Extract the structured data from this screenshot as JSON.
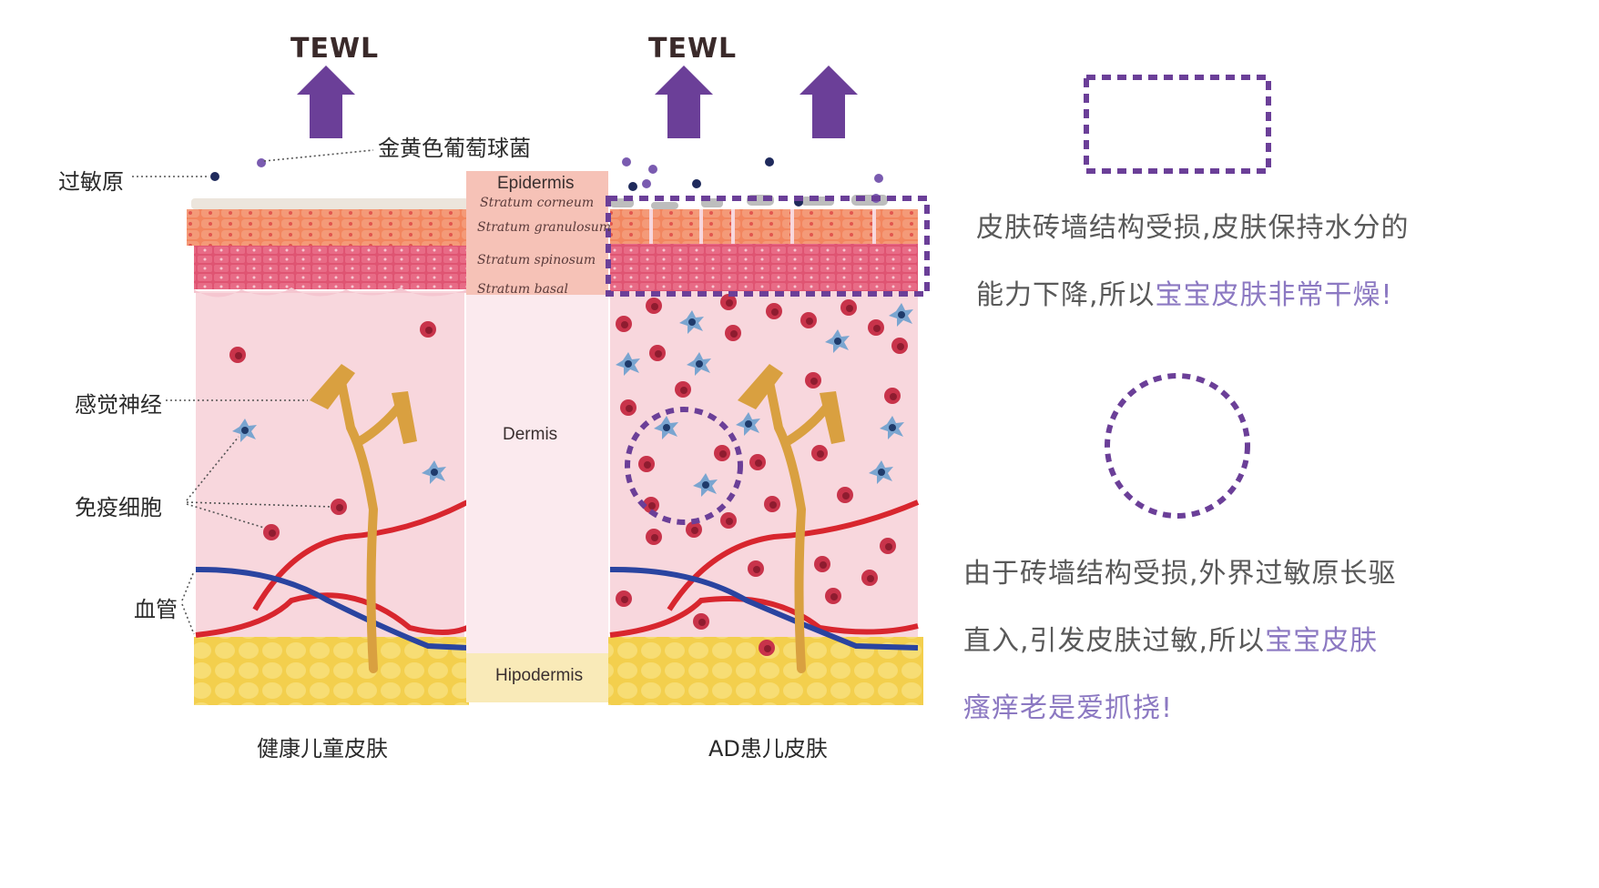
{
  "tewl": {
    "left": "TEWL",
    "right": "TEWL"
  },
  "labels": {
    "staph": "金黄色葡萄球菌",
    "allergen": "过敏原",
    "sensory_nerve": "感觉神经",
    "immune_cells": "免疫细胞",
    "blood_vessel": "血管"
  },
  "layers": {
    "epidermis": "Epidermis",
    "corneum": "Stratum corneum",
    "granulosum": "Stratum granulosum",
    "spinosum": "Stratum spinosum",
    "basal": "Stratum basal",
    "dermis": "Dermis",
    "hipodermis": "Hipodermis"
  },
  "captions": {
    "healthy": "健康儿童皮肤",
    "ad": "AD患儿皮肤"
  },
  "legend": {
    "square": {
      "line1": "皮肤砖墙结构受损,皮肤保持水分的",
      "line2_plain": "能力下降,所以",
      "line2_highlight": "宝宝皮肤非常干燥!"
    },
    "circle": {
      "line1": "由于砖墙结构受损,外界过敏原长驱",
      "line2_plain": "直入,引发皮肤过敏,所以",
      "line2_highlight": "宝宝皮肤",
      "line3_highlight": "瘙痒老是爱抓挠!"
    }
  },
  "colors": {
    "arrow": "#6b3f98",
    "dashed_box": "#6b3f98",
    "highlight_text": "#8c79c2",
    "dermis": "#f8d7dd",
    "nerve": "#d9a040",
    "blood_red": "#d8262e",
    "blood_blue": "#2a44a0",
    "fat": "#f4d35e"
  }
}
